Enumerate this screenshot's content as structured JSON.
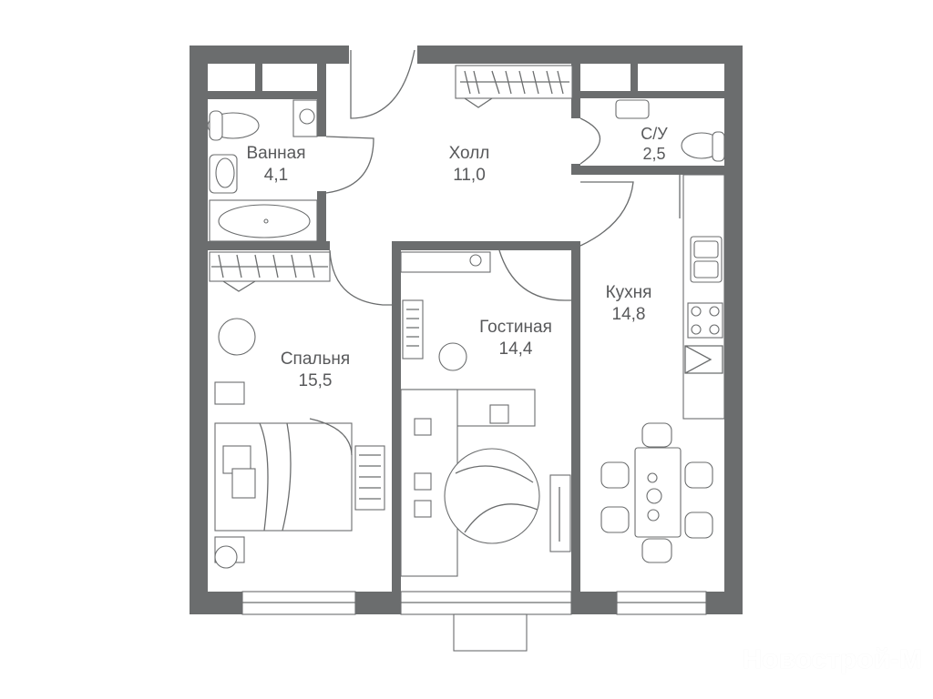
{
  "rooms": [
    {
      "name": "Ванная",
      "area": "4,1"
    },
    {
      "name": "Холл",
      "area": "11,0"
    },
    {
      "name": "С/У",
      "area": "2,5"
    },
    {
      "name": "Кухня",
      "area": "14,8"
    },
    {
      "name": "Гостиная",
      "area": "14,4"
    },
    {
      "name": "Спальня",
      "area": "15,5"
    }
  ],
  "watermark": "Новострой-М",
  "colors": {
    "wall": "#6b6d6e",
    "text": "#58595b"
  }
}
